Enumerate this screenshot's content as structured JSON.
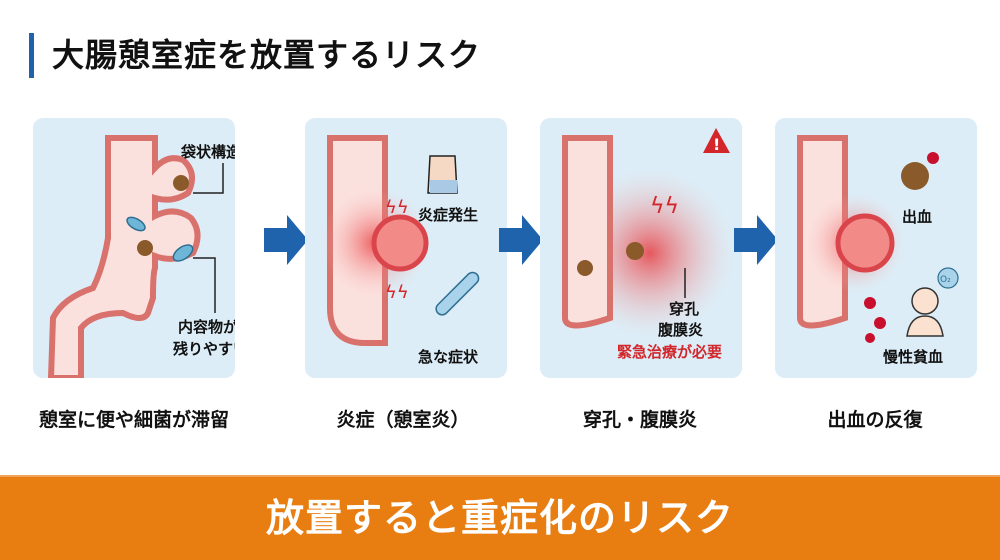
{
  "header": {
    "title": "大腸憩室症を放置するリスク"
  },
  "colors": {
    "accent_blue": "#1f63ad",
    "banner_orange": "#e87e12",
    "card_bg": "#dcedf7",
    "warning_red": "#d3262a"
  },
  "stages": [
    {
      "caption": "憩室に便や細菌が滞留",
      "labels": [
        "袋状構造",
        "内容物が",
        "残りやすい"
      ]
    },
    {
      "caption": "炎症（憩室炎）",
      "labels": [
        "炎症発生",
        "急な症状"
      ]
    },
    {
      "caption": "穿孔・腹膜炎",
      "labels": [
        "穿孔",
        "腹膜炎",
        "緊急治療が必要"
      ]
    },
    {
      "caption": "出血の反復",
      "labels": [
        "出血",
        "慢性貧血"
      ],
      "icon_text": "O₂"
    }
  ],
  "banner": {
    "text": "放置すると重症化のリスク"
  }
}
